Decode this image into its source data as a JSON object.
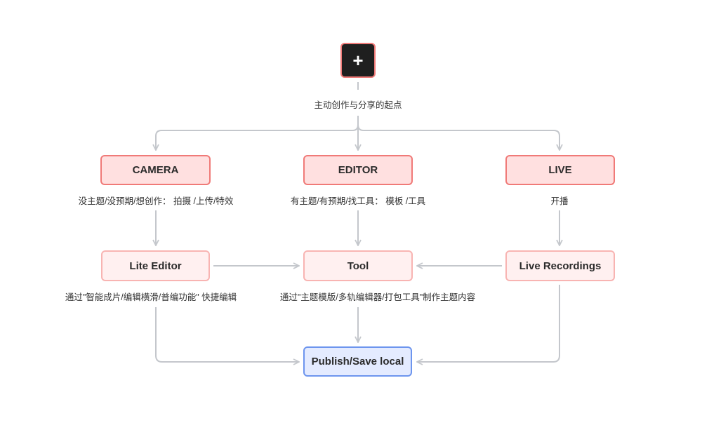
{
  "diagram": {
    "start": {
      "icon": "plus-icon",
      "glyph": "+",
      "caption": "主动创作与分享的起点"
    },
    "level1": [
      {
        "id": "camera",
        "label": "CAMERA",
        "caption": "没主题/没预期/想创作： 拍摄 /上传/特效"
      },
      {
        "id": "editor",
        "label": "EDITOR",
        "caption": "有主题/有预期/找工具： 模板 /工具"
      },
      {
        "id": "live",
        "label": "LIVE",
        "caption": "开播"
      }
    ],
    "level2": [
      {
        "id": "lite-editor",
        "label": "Lite Editor",
        "caption": "通过\"智能成片/编辑横滑/普编功能\" 快捷编辑"
      },
      {
        "id": "tool",
        "label": "Tool",
        "caption": "通过\"主题模版/多轨编辑器/打包工具\"制作主题内容"
      },
      {
        "id": "live-recordings",
        "label": "Live Recordings",
        "caption": ""
      }
    ],
    "final": {
      "id": "publish",
      "label": "Publish/Save local"
    },
    "edges": [
      {
        "from": "start",
        "to": "camera"
      },
      {
        "from": "start",
        "to": "editor"
      },
      {
        "from": "start",
        "to": "live"
      },
      {
        "from": "camera",
        "to": "lite-editor"
      },
      {
        "from": "editor",
        "to": "tool"
      },
      {
        "from": "live",
        "to": "live-recordings"
      },
      {
        "from": "lite-editor",
        "to": "tool"
      },
      {
        "from": "live-recordings",
        "to": "tool"
      },
      {
        "from": "lite-editor",
        "to": "publish"
      },
      {
        "from": "tool",
        "to": "publish"
      },
      {
        "from": "live-recordings",
        "to": "publish"
      }
    ],
    "colors": {
      "primary_fill": "#ffe0e0",
      "primary_border": "#f07a78",
      "secondary_fill": "#fff0f0",
      "secondary_border": "#f8b4b2",
      "final_fill": "#e4ebff",
      "final_border": "#6d95ee",
      "start_fill": "#1f1f1f",
      "connector": "#c4c7cc"
    }
  }
}
